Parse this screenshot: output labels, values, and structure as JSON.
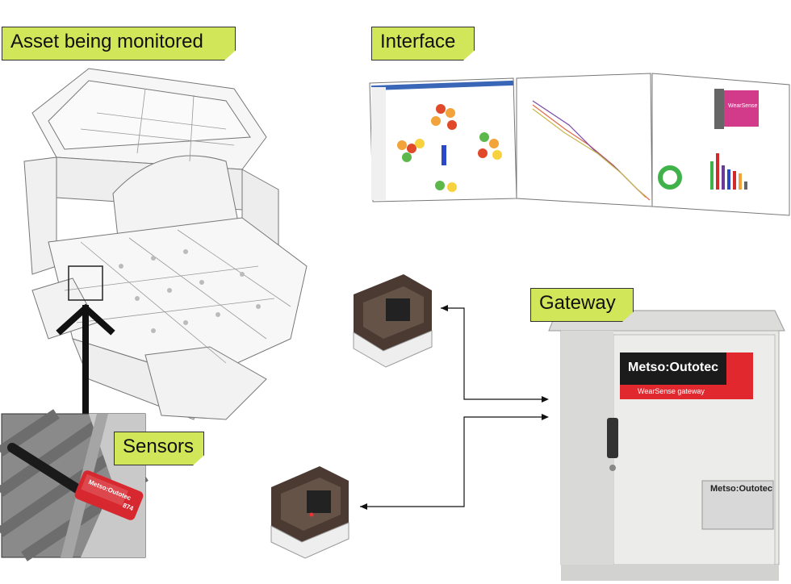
{
  "labels": {
    "asset": "Asset being monitored",
    "interface": "Interface",
    "gateway": "Gateway",
    "sensors": "Sensors"
  },
  "gateway": {
    "brand": "Metso:Outotec",
    "product_strip": "WearSense gateway",
    "plate_brand": "Metso:Outotec"
  },
  "sensor": {
    "brand": "Metso:Outotec",
    "code": "874"
  },
  "screens": {
    "third_brand": "WearSense"
  },
  "colors": {
    "label_bg": "#d2e65a",
    "brand_red": "#e0282e",
    "cabinet": "#e8e8e6"
  }
}
